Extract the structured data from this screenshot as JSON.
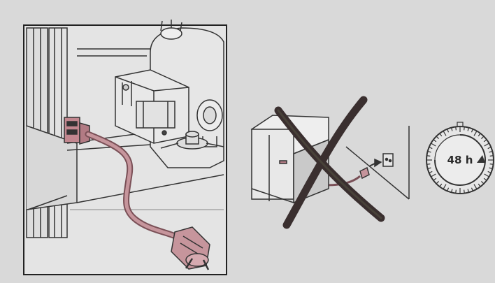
{
  "figure": {
    "panels": [
      {
        "name": "power-cord-connection",
        "description_icons": [
          "compressor-icon",
          "power-cord-icon",
          "plug-icon"
        ]
      },
      {
        "name": "do-not-plug-in",
        "description_icons": [
          "refrigerator-icon",
          "wall-socket-icon",
          "prohibited-x-icon"
        ]
      },
      {
        "name": "wait-timer",
        "description_icons": [
          "timer-icon"
        ]
      }
    ],
    "timer": {
      "label": "48 h"
    },
    "colors": {
      "background": "#d9d9d9",
      "line": "#2b2b2b",
      "cord": "#b07a82",
      "cross": "#3a2f2f"
    }
  }
}
